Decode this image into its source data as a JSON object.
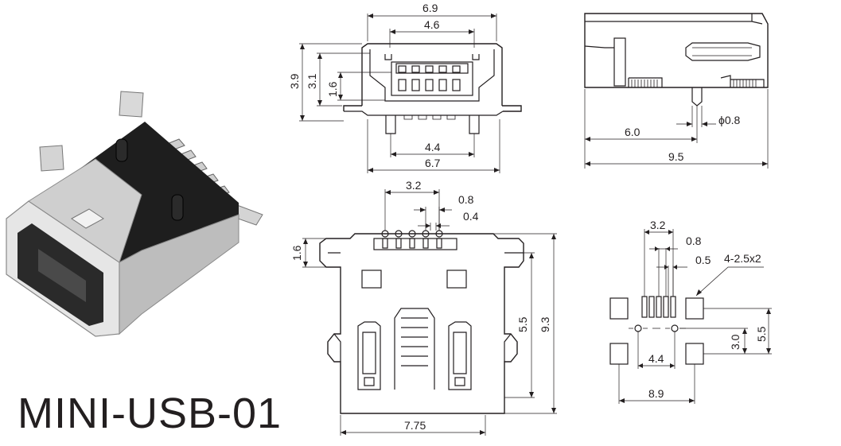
{
  "title": "MINI-USB-01",
  "front_view": {
    "d_width_top": "6.9",
    "d_opening": "4.6",
    "d_height": "3.9",
    "d_inner": "3.1",
    "d_tongue": "1.6",
    "d_pin_span": "4.4",
    "d_base": "6.7"
  },
  "side_view": {
    "d_peg_pos": "6.0",
    "d_peg_dia": "ϕ0.8",
    "d_length": "9.5"
  },
  "top_view": {
    "d_pin_span": "3.2",
    "d_pin_pitch": "0.8",
    "d_pin_width": "0.4",
    "d_lip": "1.6",
    "d_tab_spacing": "5.5",
    "d_length": "9.3",
    "d_width": "7.75"
  },
  "footprint": {
    "d_pad_span": "3.2",
    "d_pad_pitch": "0.8",
    "d_pad_width": "0.5",
    "d_mount_pads": "4-2.5x2",
    "d_peg_spacing": "4.4",
    "d_outer_spacing": "8.9",
    "d_row_height": "3.0",
    "d_total_height": "5.5"
  }
}
